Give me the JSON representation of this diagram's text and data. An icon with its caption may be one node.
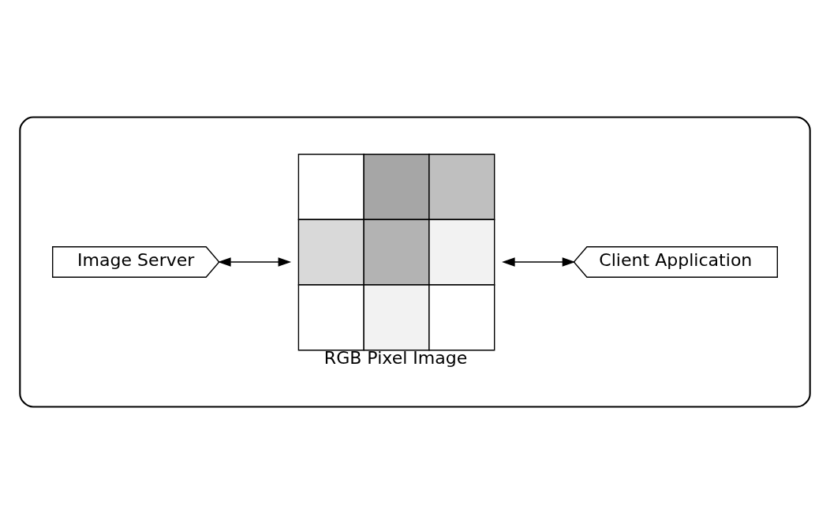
{
  "diagram": {
    "nodes": [
      {
        "text": [],
        "shape": "box"
      },
      {
        "text": [
          "Image Server"
        ],
        "in": 0
      },
      {
        "text": [],
        "shape": "picture",
        "beside": [
          "RGB Pixel Image"
        ],
        "in": 0
      },
      {
        "text": [
          "Client Application"
        ],
        "in": 0
      }
    ],
    "edges": [
      {
        "from": 1,
        "to": 2,
        "arrow": "both"
      },
      {
        "from": 2,
        "to": 3,
        "arrow": "both"
      }
    ]
  }
}
